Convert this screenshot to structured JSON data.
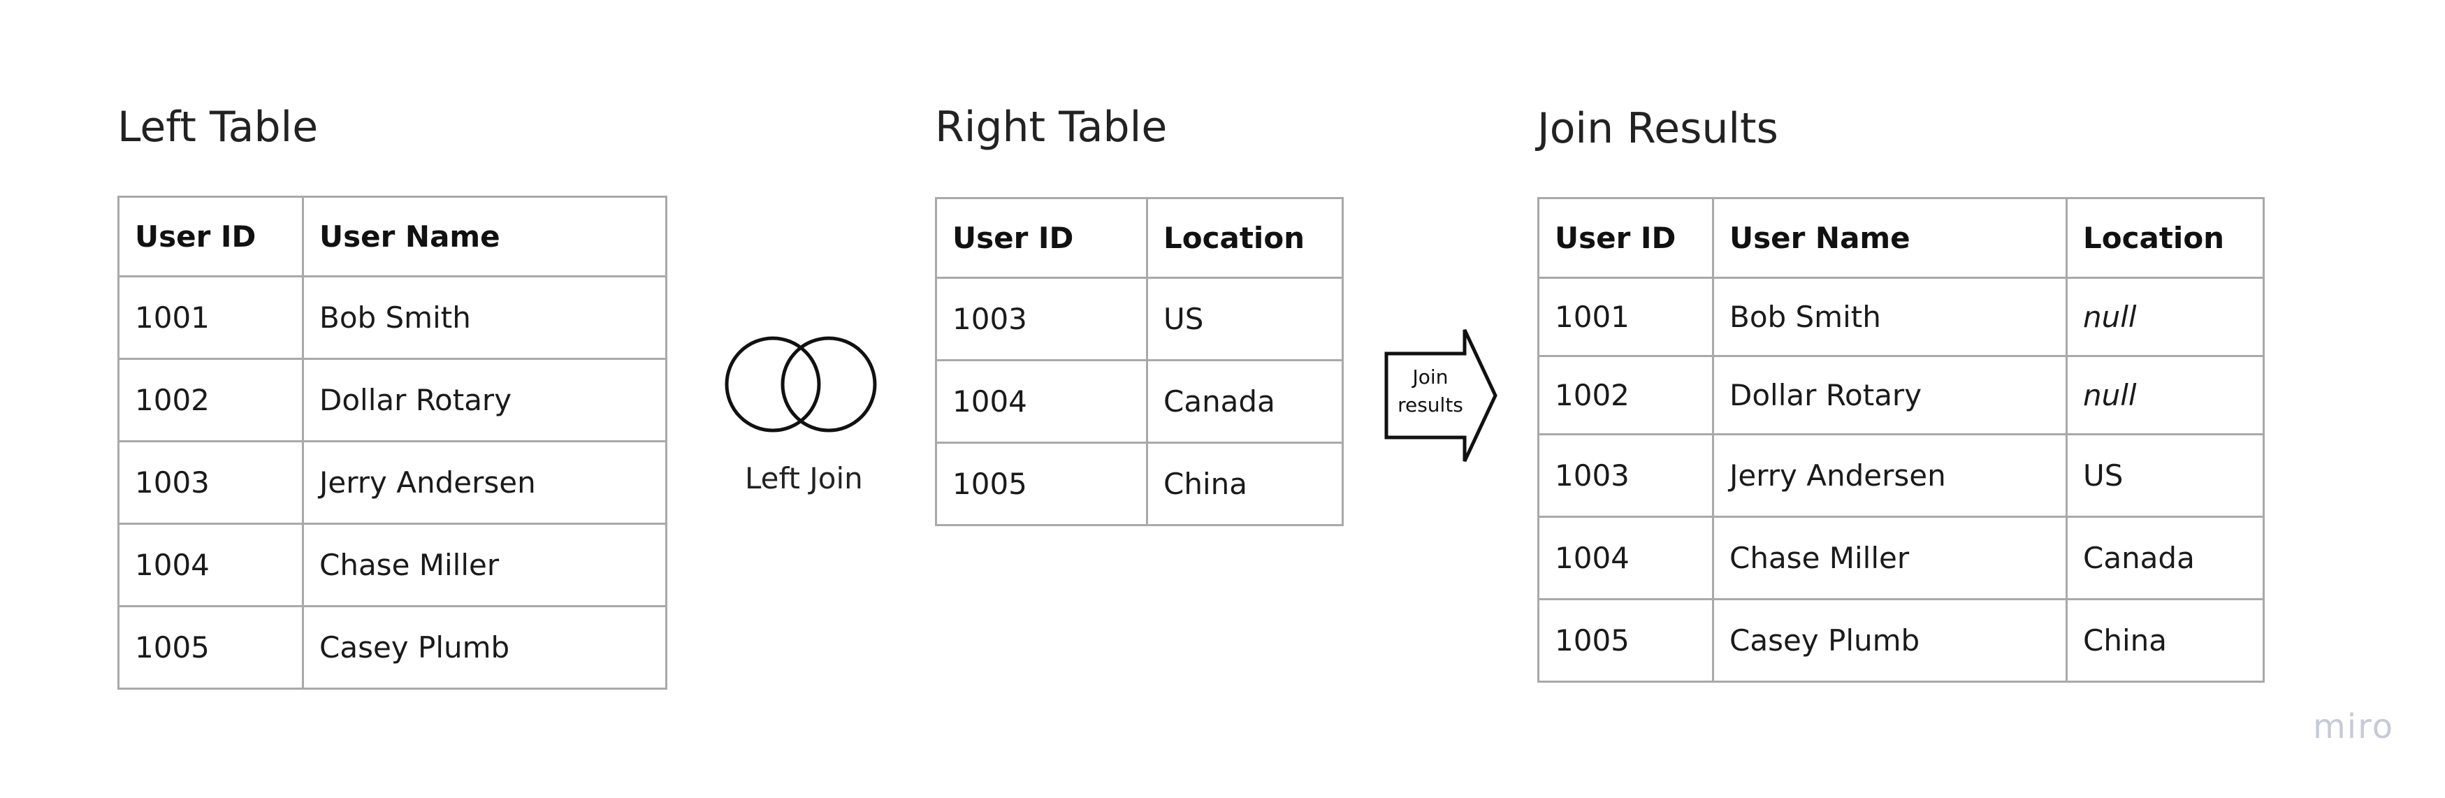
{
  "left_table": {
    "title": "Left Table",
    "headers": [
      "User ID",
      "User Name"
    ],
    "rows": [
      [
        "1001",
        "Bob Smith"
      ],
      [
        "1002",
        "Dollar Rotary"
      ],
      [
        "1003",
        "Jerry Andersen"
      ],
      [
        "1004",
        "Chase Miller"
      ],
      [
        "1005",
        "Casey Plumb"
      ]
    ]
  },
  "join": {
    "label": "Left Join",
    "arrow_label_line1": "Join",
    "arrow_label_line2": "results"
  },
  "right_table": {
    "title": "Right Table",
    "headers": [
      "User ID",
      "Location"
    ],
    "rows": [
      [
        "1003",
        "US"
      ],
      [
        "1004",
        "Canada"
      ],
      [
        "1005",
        "China"
      ]
    ]
  },
  "result_table": {
    "title": "Join Results",
    "headers": [
      "User ID",
      "User Name",
      "Location"
    ],
    "rows": [
      [
        "1001",
        "Bob Smith",
        "null"
      ],
      [
        "1002",
        "Dollar Rotary",
        "null"
      ],
      [
        "1003",
        "Jerry Andersen",
        "US"
      ],
      [
        "1004",
        "Chase Miller",
        "Canada"
      ],
      [
        "1005",
        "Casey Plumb",
        "China"
      ]
    ]
  },
  "watermark": "miro",
  "colors": {
    "border": "#a9a9a9",
    "text": "#1a1a1a",
    "watermark": "#c6cad6",
    "background": "#ffffff"
  }
}
